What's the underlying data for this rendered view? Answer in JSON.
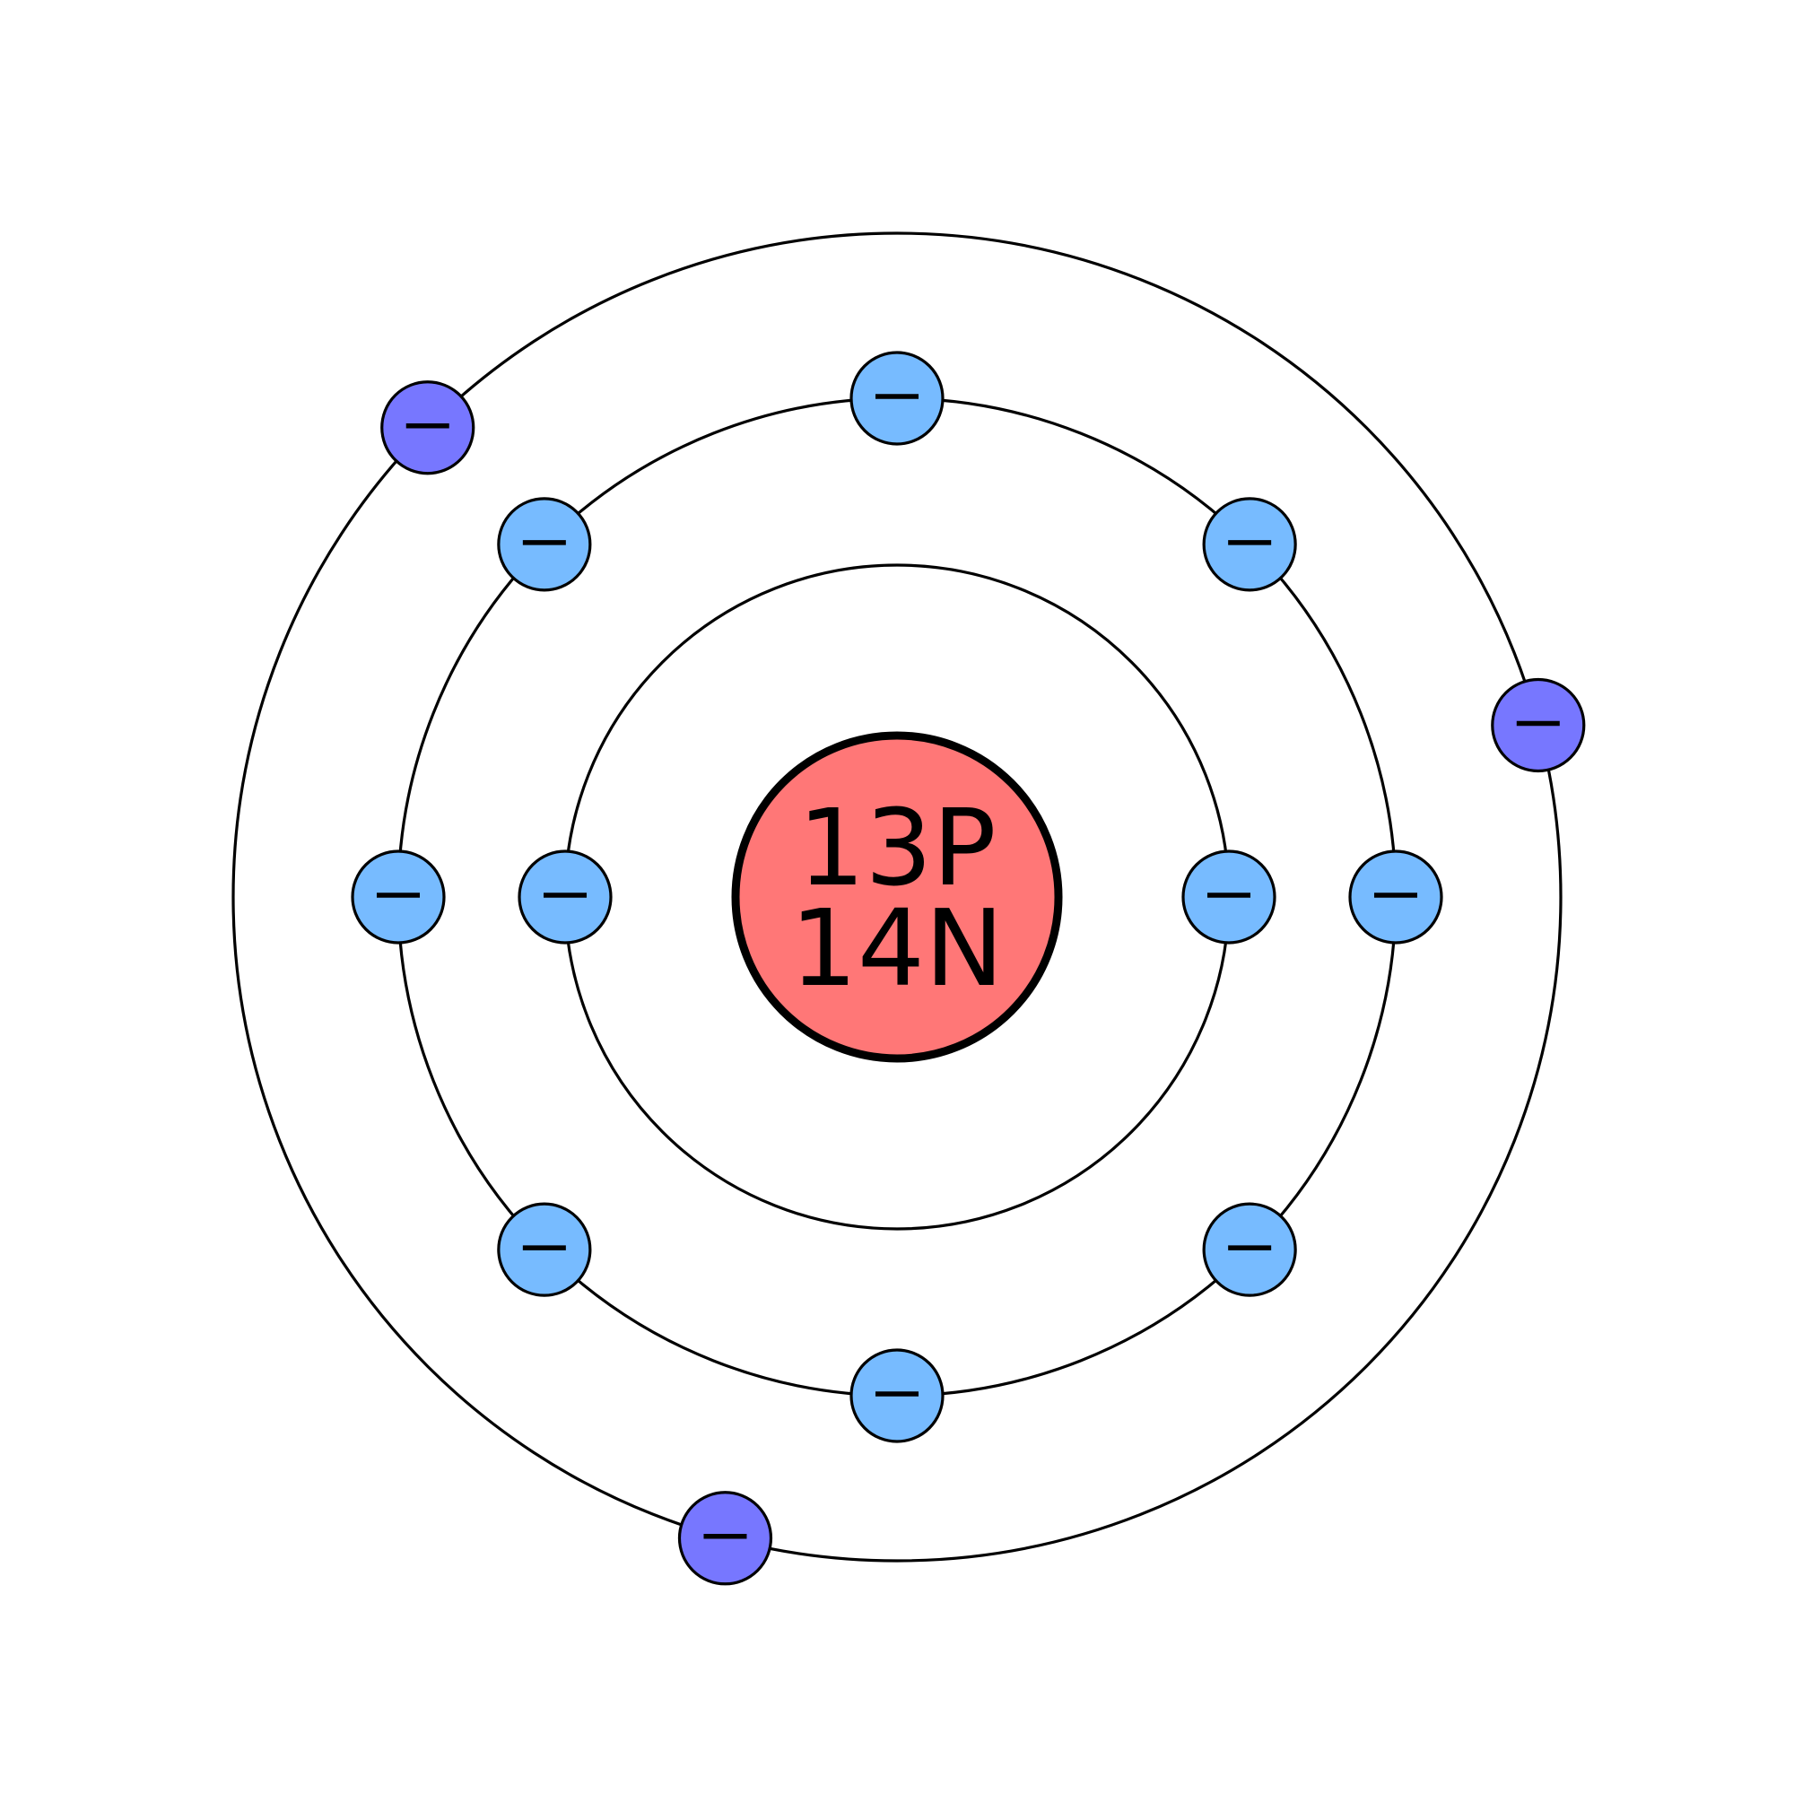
{
  "nucleus": {
    "protons_label": "13P",
    "neutrons_label": "14N",
    "fill_color": "#ff7777"
  },
  "shells": [
    {
      "electron_count": 2,
      "electron_color": "#77bbff",
      "start_angle_deg": 0
    },
    {
      "electron_count": 8,
      "electron_color": "#77bbff",
      "start_angle_deg": 0
    },
    {
      "electron_count": 3,
      "electron_color": "#7777ff",
      "start_angle_deg": -15
    }
  ],
  "electron_symbol": "minus",
  "background_color": "#ffffff"
}
